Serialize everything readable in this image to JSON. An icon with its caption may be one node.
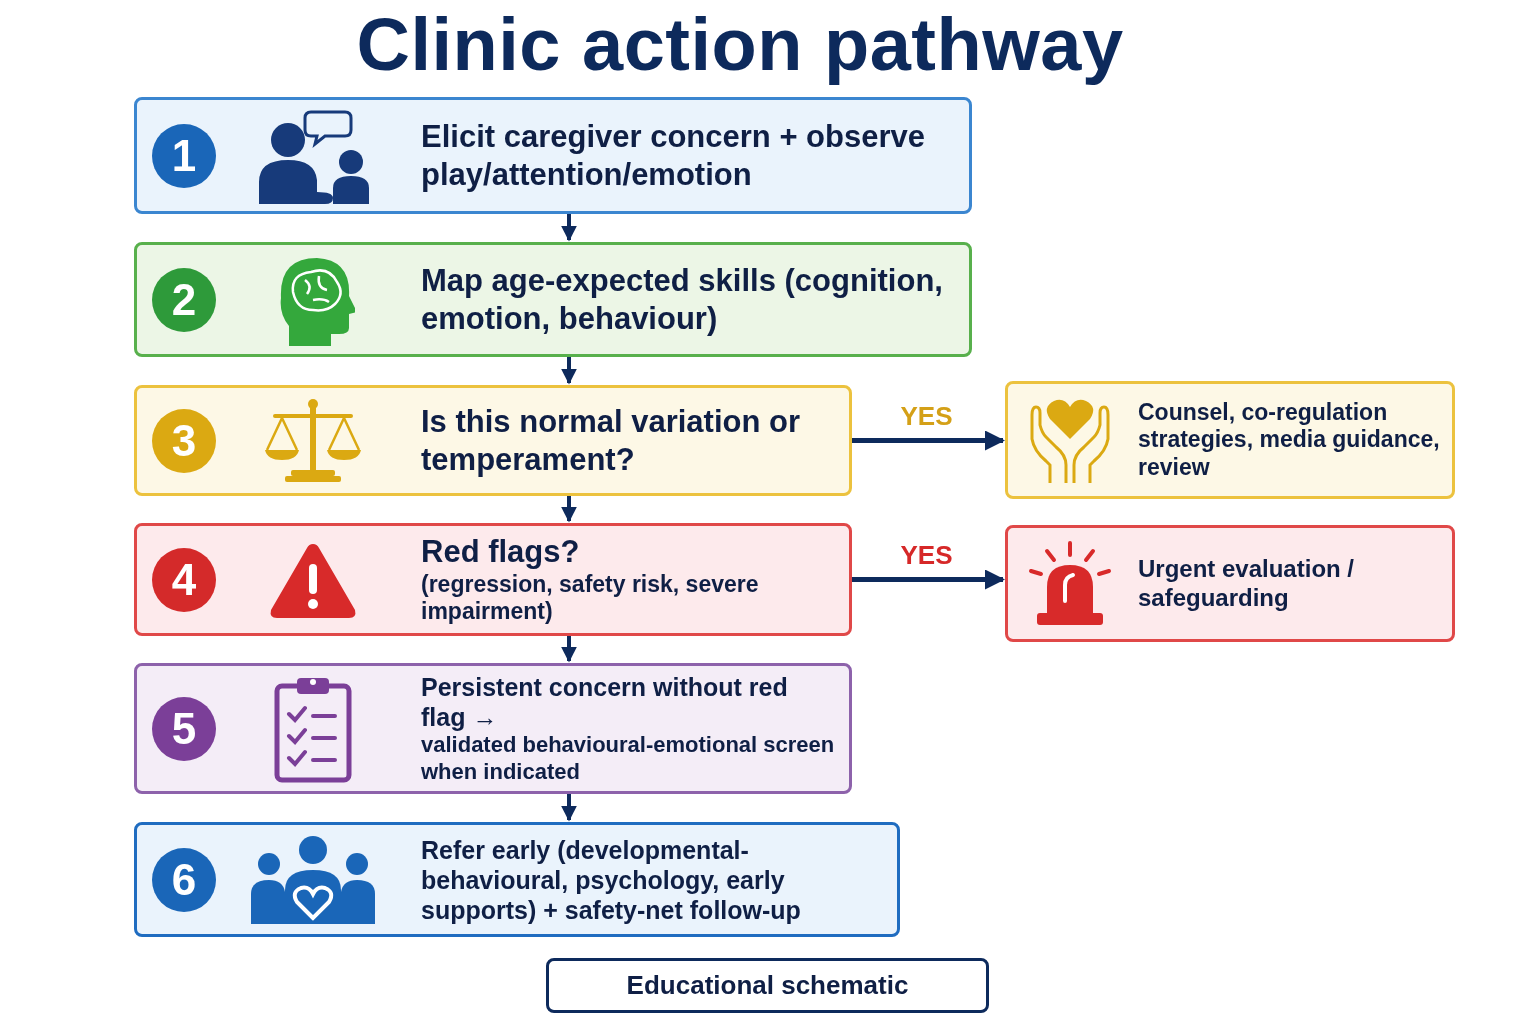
{
  "diagram": {
    "title": "Clinic action pathway",
    "nodes": [
      {
        "text": [
          "1",
          "Elicit caregiver concern + observe play/attention/emotion"
        ]
      },
      {
        "text": [
          "2",
          "Map age-expected skills (cognition, emotion, behaviour)"
        ]
      },
      {
        "text": [
          "3",
          "Is this normal variation or temperament?"
        ]
      },
      {
        "text": [
          "4",
          "Red flags?",
          "(regression, safety risk, severe impairment)"
        ]
      },
      {
        "text": [
          "5",
          "Persistent concern without red flag →",
          "validated behavioural-emotional screen when indicated"
        ]
      },
      {
        "text": [
          "6",
          "Refer early (developmental-behavioural, psychology, early supports) + safety-net follow-up"
        ]
      },
      {
        "text": [
          "Counsel, co-regulation strategies, media guidance, review"
        ]
      },
      {
        "text": [
          "Urgent evaluation / safeguarding"
        ]
      },
      {
        "text": [
          "Educational schematic"
        ]
      }
    ],
    "edges": [
      {
        "from": 0,
        "to": 1,
        "arrow": "to"
      },
      {
        "from": 1,
        "to": 2,
        "arrow": "to"
      },
      {
        "from": 2,
        "to": 3,
        "arrow": "to"
      },
      {
        "from": 3,
        "to": 4,
        "arrow": "to"
      },
      {
        "from": 4,
        "to": 5,
        "arrow": "to"
      },
      {
        "from": 2,
        "to": 6,
        "arrow": "to",
        "label": "YES"
      },
      {
        "from": 3,
        "to": 7,
        "arrow": "to",
        "label": "YES"
      }
    ]
  }
}
